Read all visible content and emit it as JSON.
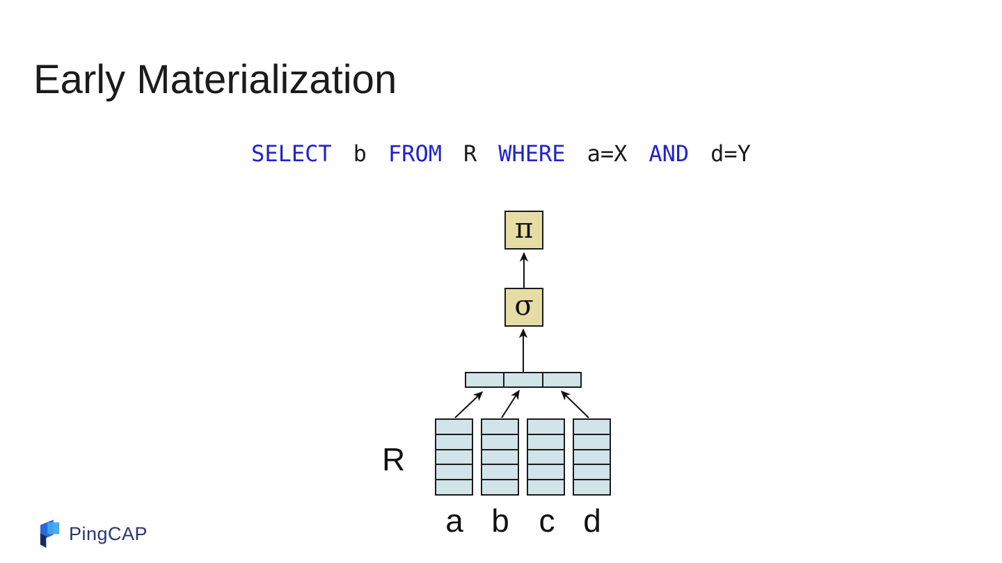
{
  "slide": {
    "title": "Early Materialization"
  },
  "sql": {
    "full_text": "SELECT b FROM R WHERE a=X AND d=Y",
    "tokens": [
      {
        "text": "SELECT",
        "type": "keyword"
      },
      {
        "text": "b",
        "type": "plain"
      },
      {
        "text": "FROM",
        "type": "keyword"
      },
      {
        "text": "R",
        "type": "plain"
      },
      {
        "text": "WHERE",
        "type": "keyword"
      },
      {
        "text": "a=X",
        "type": "plain"
      },
      {
        "text": "AND",
        "type": "keyword"
      },
      {
        "text": "d=Y",
        "type": "plain"
      }
    ]
  },
  "diagram": {
    "operators": [
      {
        "symbol": "π",
        "name": "pi-projection-operator"
      },
      {
        "symbol": "σ",
        "name": "sigma-selection-operator"
      }
    ],
    "relation_label": "R",
    "column_labels": [
      "a",
      "b",
      "c",
      "d"
    ],
    "column_cell_count": 5,
    "tuple_row_cells": 3,
    "arrows_from_columns": [
      "a",
      "b",
      "d"
    ]
  },
  "logo": {
    "text": "PingCAP"
  },
  "colors": {
    "slide_bg": "#ffffff",
    "title": "#1b1b1b",
    "sql_keyword": "#2122ce",
    "sql_plain": "#1a1a1a",
    "operator_box_fill": "#e6dda6",
    "cell_fill": "#d0e4e9",
    "line": "#1a1a1a",
    "logo_text": "#2a356e",
    "logo_royal_blue": "#2d68db",
    "logo_light_blue": "#41a8ea",
    "logo_navy": "#1b2a5e"
  }
}
